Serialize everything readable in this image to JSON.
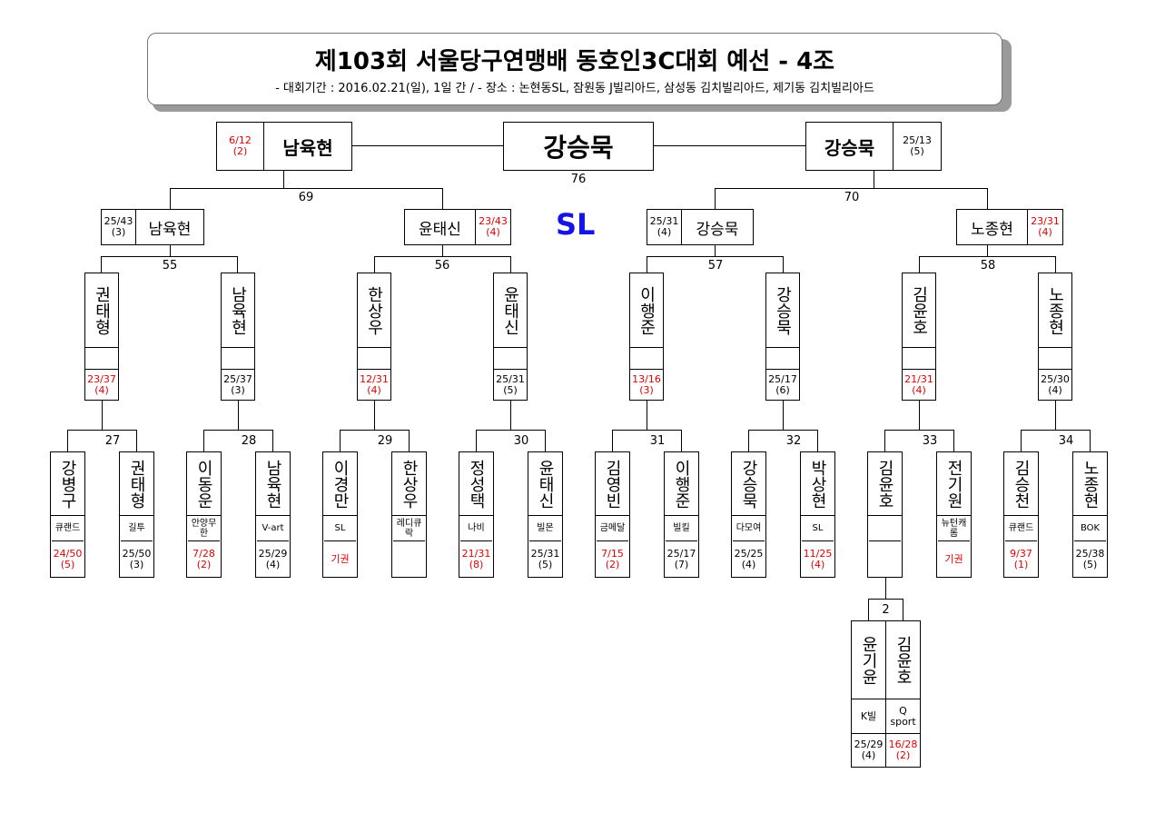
{
  "header": {
    "title": "제103회 서울당구연맹배 동호인3C대회 예선 - 4조",
    "subtitle": "- 대회기간 : 2016.02.21(일), 1일 간 / - 장소 : 논현동SL, 잠원동 J빌리아드, 삼성동 김치빌리아드, 제기동 김치빌리아드"
  },
  "final": {
    "winner": "강승묵",
    "match_no": "76",
    "left": {
      "name": "남육현",
      "score": "6/12",
      "inning": "(2)"
    },
    "right": {
      "name": "강승묵",
      "score": "25/13",
      "inning": "(5)"
    }
  },
  "venue_label": "SL",
  "semis": [
    {
      "match_no": "69",
      "a": {
        "name": "남육현",
        "score": "25/43",
        "inning": "(3)"
      },
      "b": {
        "name": "윤태신",
        "score": "23/43",
        "inning": "(4)"
      }
    },
    {
      "match_no": "70",
      "a": {
        "name": "강승묵",
        "score": "25/31",
        "inning": "(4)"
      },
      "b": {
        "name": "노종현",
        "score": "23/31",
        "inning": "(4)"
      }
    }
  ],
  "quarters": [
    {
      "match_no": "55"
    },
    {
      "match_no": "56"
    },
    {
      "match_no": "57"
    },
    {
      "match_no": "58"
    }
  ],
  "round2": [
    {
      "name": "권태형",
      "score": "23/37",
      "inning": "(4)"
    },
    {
      "name": "남육현",
      "score": "25/37",
      "inning": "(3)"
    },
    {
      "name": "한상우",
      "score": "12/31",
      "inning": "(4)"
    },
    {
      "name": "윤태신",
      "score": "25/31",
      "inning": "(5)"
    },
    {
      "name": "이행준",
      "score": "13/16",
      "inning": "(3)"
    },
    {
      "name": "강승묵",
      "score": "25/17",
      "inning": "(6)"
    },
    {
      "name": "김윤호",
      "score": "21/31",
      "inning": "(4)"
    },
    {
      "name": "노종현",
      "score": "25/30",
      "inning": "(4)"
    }
  ],
  "round1_matches": [
    "27",
    "28",
    "29",
    "30",
    "31",
    "32",
    "33",
    "34"
  ],
  "round1": [
    {
      "name": "강병구",
      "club": "큐랜드",
      "score": "24/50",
      "inning": "(5)"
    },
    {
      "name": "권태형",
      "club": "길투",
      "score": "25/50",
      "inning": "(3)"
    },
    {
      "name": "이동운",
      "club": "안양무한",
      "score": "7/28",
      "inning": "(2)"
    },
    {
      "name": "남육현",
      "club": "V-art",
      "score": "25/29",
      "inning": "(4)"
    },
    {
      "name": "이경만",
      "club": "SL",
      "score": "기권",
      "inning": ""
    },
    {
      "name": "한상우",
      "club": "레디큐락",
      "score": "",
      "inning": ""
    },
    {
      "name": "정성택",
      "club": "나비",
      "score": "21/31",
      "inning": "(8)"
    },
    {
      "name": "윤태신",
      "club": "빌몬",
      "score": "25/31",
      "inning": "(5)"
    },
    {
      "name": "김영빈",
      "club": "금메달",
      "score": "7/15",
      "inning": "(2)"
    },
    {
      "name": "이행준",
      "club": "빌킬",
      "score": "25/17",
      "inning": "(7)"
    },
    {
      "name": "강승묵",
      "club": "다모여",
      "score": "25/25",
      "inning": "(4)"
    },
    {
      "name": "박상현",
      "club": "SL",
      "score": "11/25",
      "inning": "(4)"
    },
    {
      "name": "김윤호",
      "club": "",
      "score": "",
      "inning": ""
    },
    {
      "name": "전기원",
      "club": "뉴턴캐롬",
      "score": "기권",
      "inning": ""
    },
    {
      "name": "김승천",
      "club": "큐랜드",
      "score": "9/37",
      "inning": "(1)"
    },
    {
      "name": "노종현",
      "club": "BOK",
      "score": "25/38",
      "inning": "(5)"
    }
  ],
  "prelim": {
    "match_no": "2",
    "a": {
      "name": "윤기윤",
      "club": "K빌",
      "score": "25/29",
      "inning": "(4)"
    },
    "b": {
      "name": "김윤호",
      "club": "Q sport",
      "score": "16/28",
      "inning": "(2)"
    }
  },
  "colors": {
    "loss": "#e00000",
    "venue": "#1414e6",
    "line": "#000000"
  }
}
